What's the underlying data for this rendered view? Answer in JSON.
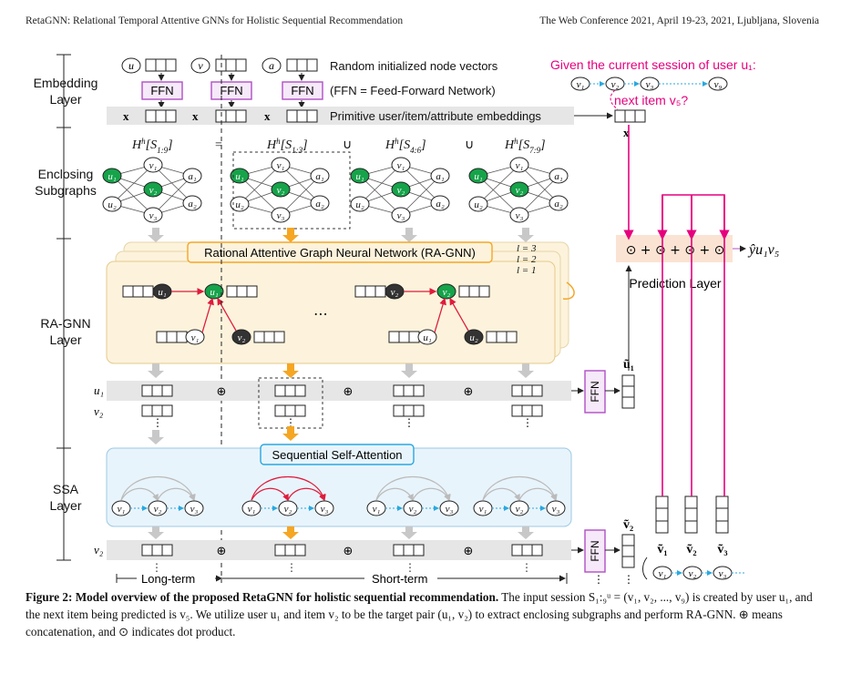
{
  "header": {
    "left": "RetaGNN: Relational Temporal Attentive GNNs for Holistic Sequential Recommendation",
    "right": "The Web Conference 2021, April 19-23, 2021, Ljubljana, Slovenia"
  },
  "figure": {
    "layers": {
      "embedding": [
        "Embedding",
        "Layer"
      ],
      "enclosing": [
        "Enclosing",
        "Subgraphs"
      ],
      "ragnn": [
        "RA-GNN",
        "Layer"
      ],
      "ssa": [
        "SSA",
        "Layer"
      ]
    },
    "embedding_row": {
      "random_init": "Random initialized node vectors",
      "ffn_note": "(FFN = Feed-Forward Network)",
      "primitive": "Primitive user/item/attribute embeddings",
      "ffn_label": "FFN"
    },
    "session": {
      "given": "Given the current session of user u₁:",
      "next": "next item v₅?",
      "items": [
        "v₁",
        "v₂",
        "v₃",
        "v₉"
      ]
    },
    "ragnn_title": "Rational Attentive Graph Neural Network (RA-GNN)",
    "layer_tags": [
      "l = 3",
      "l = 2",
      "l = 1"
    ],
    "ssa_title": "Sequential Self-Attention",
    "prediction": {
      "label": "Prediction Layer",
      "formula": "⊙ + ⊙ + ⊙ + ⊙",
      "output": "ŷu₁v₅"
    },
    "rows": {
      "u1": "u₁",
      "v2": "v₂",
      "v2b": "v₂"
    },
    "bottom": {
      "long_term": "Long-term",
      "short_term": "Short-term"
    },
    "outputs": {
      "u1": "ũ₁",
      "v2": "ṽ₂",
      "vs": [
        "ṽ₁",
        "ṽ₂",
        "ṽ₃"
      ]
    },
    "node_labels": {
      "u1": "u₁",
      "u2": "u₂",
      "v1": "v₁",
      "v2": "v₂",
      "v3": "v₃",
      "a1": "a₁",
      "a2": "a₂"
    },
    "colors": {
      "green": "#16a34a",
      "pink": "#e6007e",
      "orange": "#f5a623",
      "ffn_border": "#b04fc4",
      "ffn_fill": "#f6e9f9",
      "ragnn_fill": "#fdf3dc",
      "ssa_fill": "#e8f4fb",
      "pred_fill": "#fbe3d3"
    }
  },
  "caption": {
    "label": "Figure 2: Model overview of the proposed RetaGNN for holistic sequential recommendation.",
    "text": "The input session S₁:₉ᵘ = (v₁, v₂, ..., v₉) is created by user u₁, and the next item being predicted is v₅. We utilize user u₁ and item v₂ to be the target pair (u₁, v₂) to extract enclosing subgraphs and perform RA-GNN. ⊕ means concatenation, and ⊙ indicates dot product."
  }
}
